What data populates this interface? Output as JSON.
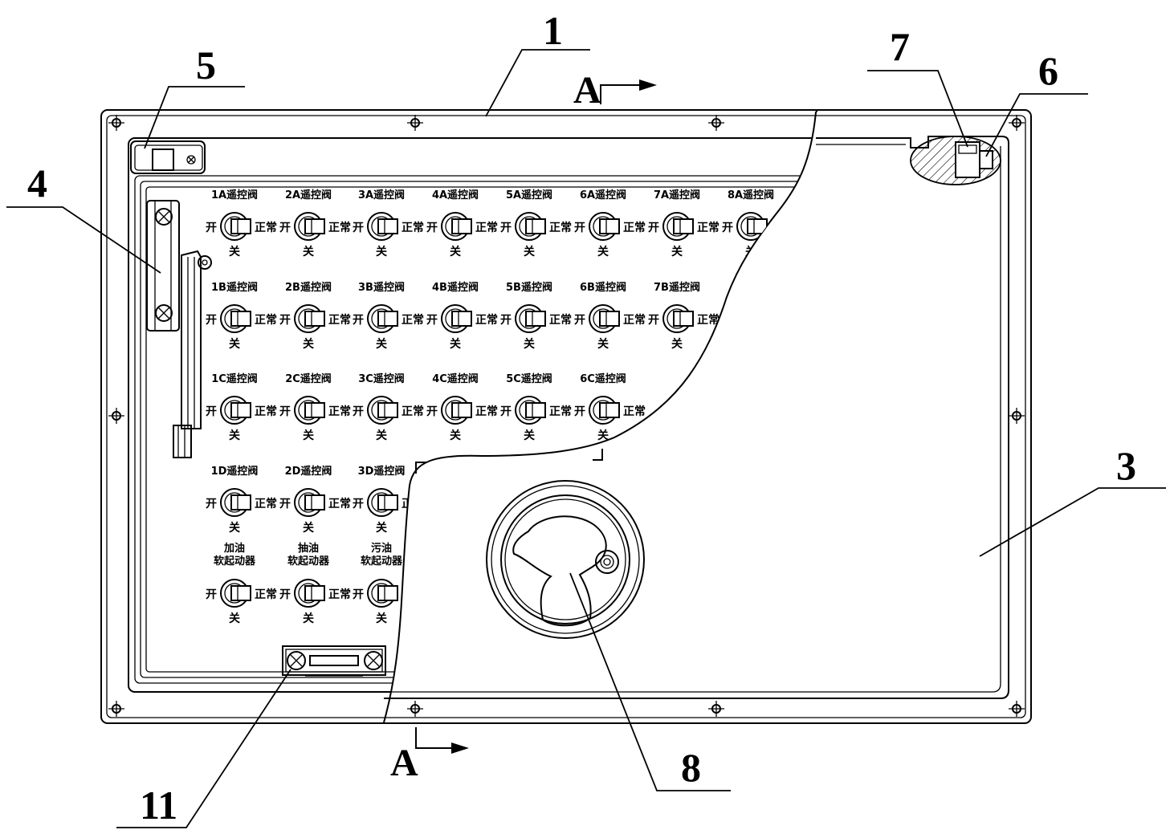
{
  "references": {
    "r1": "1",
    "r3": "3",
    "r4": "4",
    "r5": "5",
    "r6": "6",
    "r7": "7",
    "r8": "8",
    "r11": "11"
  },
  "section_marker": "A",
  "switch_states": {
    "open": "开",
    "normal": "正常",
    "close": "关"
  },
  "switch_rows": [
    [
      "1A遥控阀",
      "2A遥控阀",
      "3A遥控阀",
      "4A遥控阀",
      "5A遥控阀",
      "6A遥控阀",
      "7A遥控阀",
      "8A遥控阀"
    ],
    [
      "1B遥控阀",
      "2B遥控阀",
      "3B遥控阀",
      "4B遥控阀",
      "5B遥控阀",
      "6B遥控阀",
      "7B遥控阀"
    ],
    [
      "1C遥控阀",
      "2C遥控阀",
      "3C遥控阀",
      "4C遥控阀",
      "5C遥控阀",
      "6C遥控阀"
    ],
    [
      "1D遥控阀",
      "2D遥控阀",
      "3D遥控阀"
    ]
  ],
  "starter_labels": [
    [
      "加油",
      "软起动器"
    ],
    [
      "抽油",
      "软起动器"
    ],
    [
      "污油",
      "软起动器"
    ]
  ]
}
